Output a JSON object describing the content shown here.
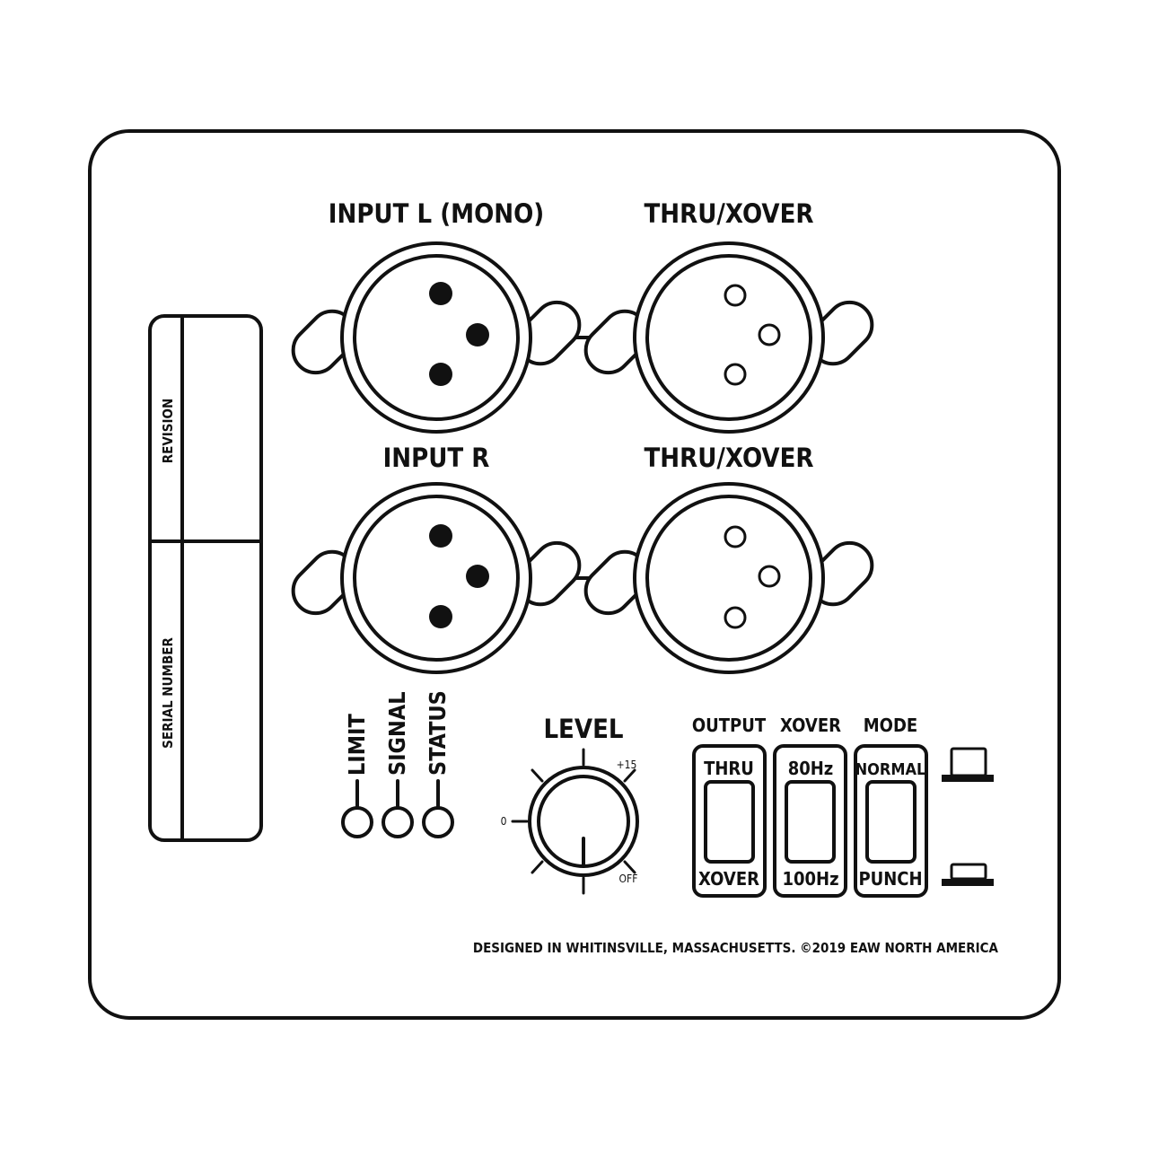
{
  "connectors": {
    "input_left": "INPUT L (MONO)",
    "thru_top": "THRU/XOVER",
    "input_right": "INPUT R",
    "thru_bottom": "THRU/XOVER"
  },
  "label_strip": {
    "revision": "REVISION",
    "serial_number": "SERIAL NUMBER"
  },
  "indicators": {
    "limit": "LIMIT",
    "signal": "SIGNAL",
    "status": "STATUS"
  },
  "level_knob": {
    "title": "LEVEL",
    "max_label": "+15",
    "mid_label": "0",
    "min_label": "OFF"
  },
  "switches": {
    "output": {
      "title": "OUTPUT",
      "top": "THRU",
      "bottom": "XOVER"
    },
    "xover": {
      "title": "XOVER",
      "top": "80Hz",
      "bottom": "100Hz"
    },
    "mode": {
      "title": "MODE",
      "top": "NORMAL",
      "bottom": "PUNCH"
    }
  },
  "footer": "DESIGNED IN WHITINSVILLE, MASSACHUSETTS. ©2019 EAW NORTH AMERICA",
  "colors": {
    "ink": "#111111",
    "background": "#ffffff"
  }
}
